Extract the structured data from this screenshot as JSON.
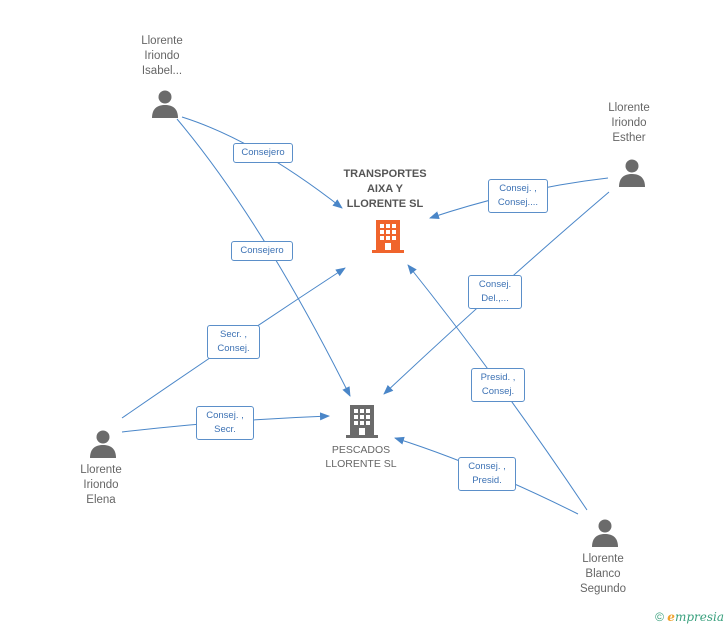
{
  "nodes": {
    "isabel": [
      "Llorente",
      "Iriondo",
      "Isabel..."
    ],
    "esther": [
      "Llorente",
      "Iriondo",
      "Esther"
    ],
    "elena": [
      "Llorente",
      "Iriondo",
      "Elena"
    ],
    "segundo": [
      "Llorente",
      "Blanco",
      "Segundo"
    ],
    "transportes": [
      "TRANSPORTES",
      "AIXA Y",
      "LLORENTE SL"
    ],
    "pescados": [
      "PESCADOS",
      "LLORENTE SL"
    ]
  },
  "edges": {
    "isabel_transportes": [
      "Consejero"
    ],
    "isabel_pescados": [
      "Consejero"
    ],
    "esther_transportes": [
      "Consej. ,",
      "Consej...."
    ],
    "esther_pescados": [
      "Consej.",
      "Del.,..."
    ],
    "elena_transportes": [
      "Secr. ,",
      "Consej."
    ],
    "elena_pescados": [
      "Consej. ,",
      "Secr."
    ],
    "segundo_transportes": [
      "Presid. ,",
      "Consej."
    ],
    "segundo_pescados": [
      "Consej. ,",
      "Presid."
    ]
  },
  "colors": {
    "edge": "#4a86c8",
    "person": "#6b6b6b",
    "company_main": "#f0642c",
    "company_secondary": "#6b6b6b"
  },
  "footer": {
    "copyright": "©",
    "brand": "mpresia",
    "brand_initial": "e"
  }
}
